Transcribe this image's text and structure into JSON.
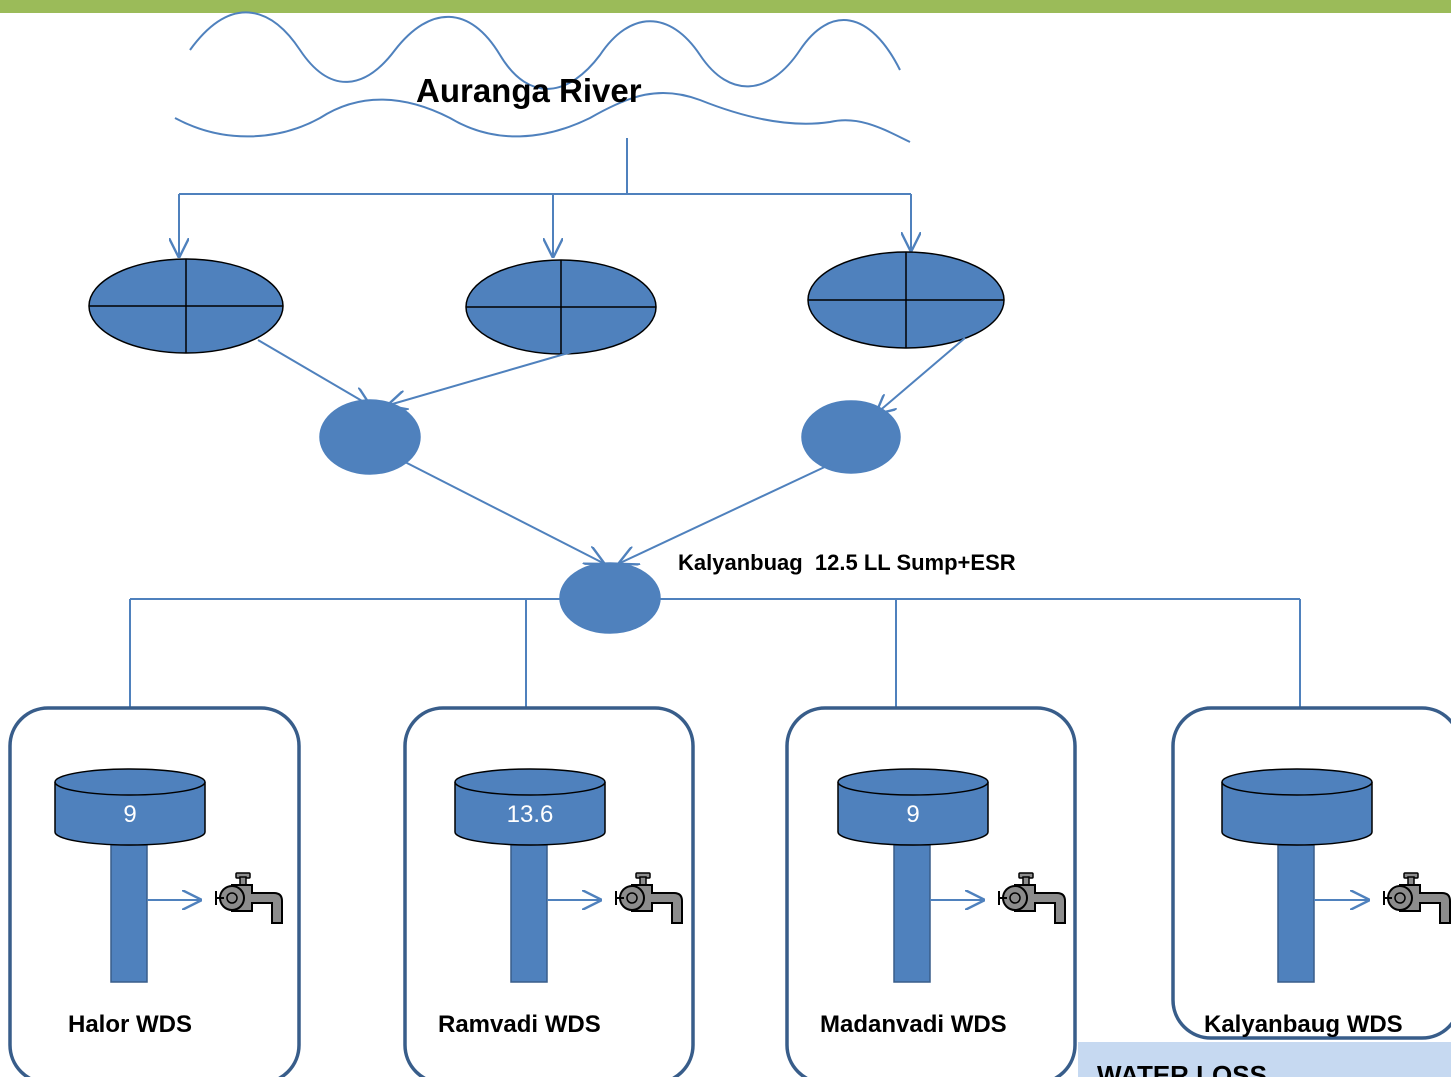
{
  "colors": {
    "top_bar": "#9bbb59",
    "node_fill": "#4f81bd",
    "node_stroke": "#385d8a",
    "flow_line": "#4f81bd",
    "panel_fill": "#c6d9f1",
    "faucet": "#8c8c8c"
  },
  "diagram": {
    "river_label": "Auranga River",
    "hub_label": "Kalyanbuag  12.5 LL Sump+ESR",
    "footer_label": "WATER LOSS",
    "wds": [
      {
        "name": "Halor WDS",
        "tank_value": "9",
        "icon": "faucet-icon"
      },
      {
        "name": "Ramvadi WDS",
        "tank_value": "13.6",
        "icon": "faucet-icon"
      },
      {
        "name": "Madanvadi WDS",
        "tank_value": "9",
        "icon": "faucet-icon"
      },
      {
        "name": "Kalyanbaug WDS",
        "tank_value": "",
        "icon": "faucet-icon"
      }
    ]
  }
}
